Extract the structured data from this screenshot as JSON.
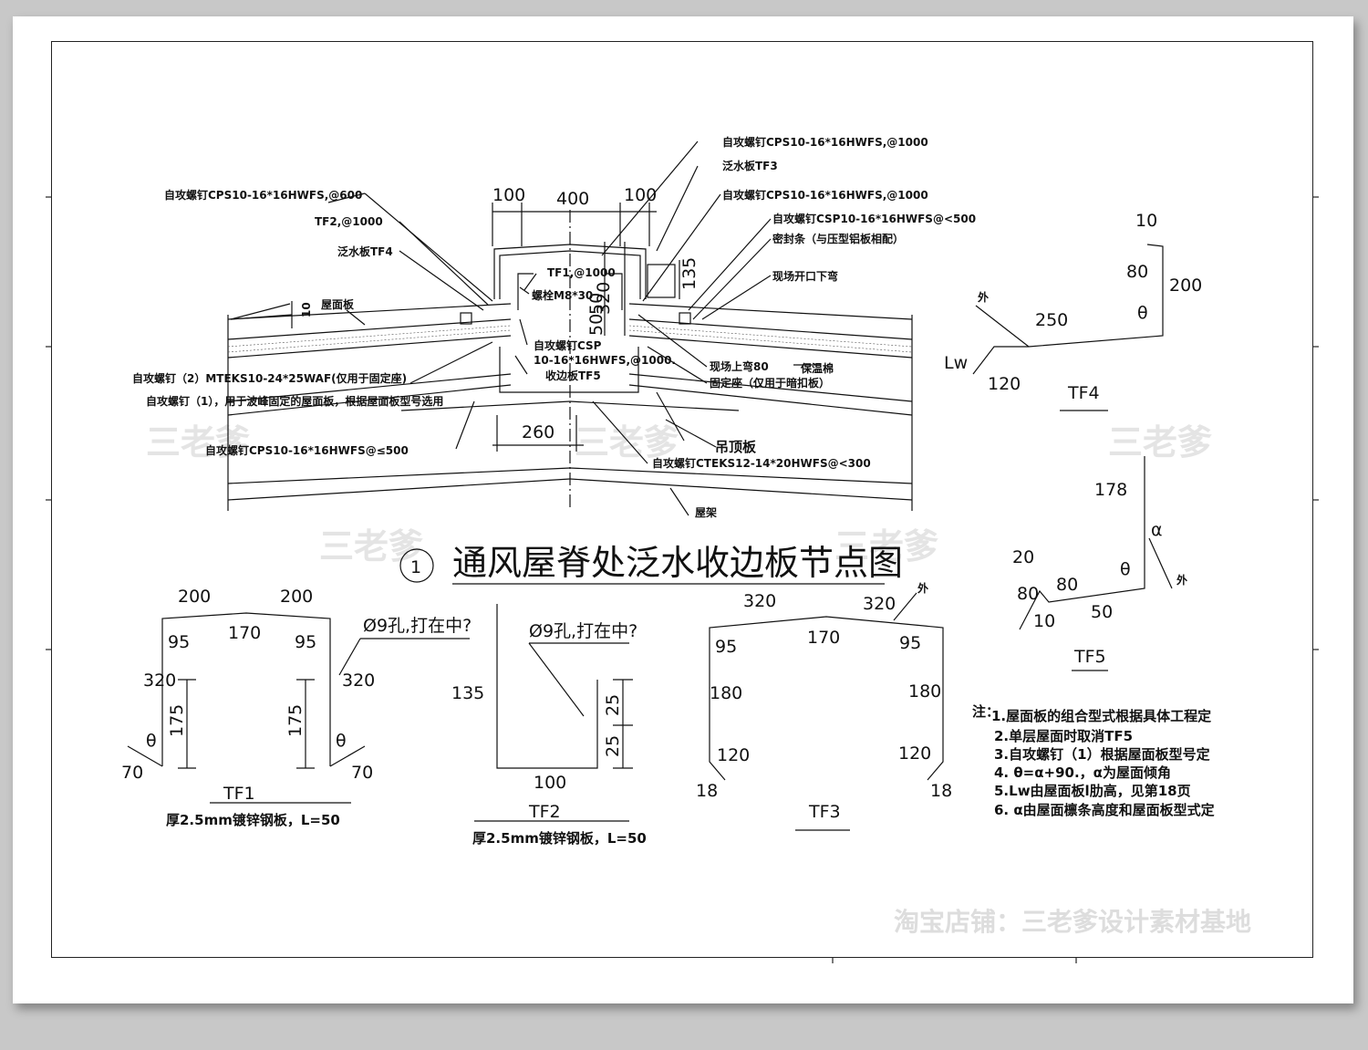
{
  "title": {
    "circle": "1",
    "text": "通风屋脊处泛水收边板节点图"
  },
  "callouts": {
    "c1": "自攻螺钉CPS10-16*16HWFS,@1000",
    "c2": "泛水板TF3",
    "c3": "自攻螺钉CPS10-16*16HWFS,@1000",
    "c4": "自攻螺钉CSP10-16*16HWFS@<500",
    "c5": "密封条（与压型铝板相配）",
    "c6": "现场开口下弯",
    "l1": "自攻螺钉CPS10-16*16HWFS,@600",
    "l2": "TF2,@1000",
    "l3": "泛水板TF4",
    "l4": "屋面板",
    "l5": "自攻螺钉（2）MTEKS10-24*25WAF(仅用于固定座)",
    "l6": "自攻螺钉（1），用于波峰固定的屋面板，根据屋面板型号选用",
    "l7": "自攻螺钉CPS10-16*16HWFS@≤500",
    "m1": "TF1,@1000",
    "m2": "螺栓M8*30",
    "m3": "自攻螺钉CSP",
    "m4": "10-16*16HWFS,@1000.",
    "m5": "收边板TF5",
    "r1": "现场上弯80",
    "r2": "固定座（仅用于暗扣板）",
    "r3": "保温棉",
    "r4": "吊顶板",
    "r5": "自攻螺钉CTEKS12-14*20HWFS@<300",
    "r6": "屋架",
    "d100a": "100",
    "d400": "400",
    "d100b": "100",
    "d260": "260",
    "d135": "135",
    "d320": "320",
    "d50a": "50",
    "d50b": "50",
    "d10": "10"
  },
  "tf1": {
    "label": "TF1",
    "spec": "厚2.5mm镀锌钢板，L=50",
    "d200a": "200",
    "d200b": "200",
    "d170": "170",
    "d95a": "95",
    "d95b": "95",
    "d320a": "320",
    "d320b": "320",
    "d175a": "175",
    "d175b": "175",
    "d70a": "70",
    "d70b": "70",
    "theta1": "θ",
    "theta2": "θ",
    "hole": "Ø9孔,打在中?"
  },
  "tf2": {
    "label": "TF2",
    "spec": "厚2.5mm镀锌钢板，L=50",
    "d135": "135",
    "d100": "100",
    "d25a": "25",
    "d25b": "25",
    "hole": "Ø9孔,打在中?"
  },
  "tf3": {
    "label": "TF3",
    "d320a": "320",
    "d320b": "320",
    "d170": "170",
    "d95a": "95",
    "d95b": "95",
    "d180a": "180",
    "d180b": "180",
    "d120a": "120",
    "d120b": "120",
    "d18a": "18",
    "d18b": "18",
    "out": "外"
  },
  "tf4": {
    "label": "TF4",
    "d10": "10",
    "d80": "80",
    "d200": "200",
    "d250": "250",
    "d120": "120",
    "lw": "Lw",
    "out": "外",
    "theta": "θ"
  },
  "tf5": {
    "label": "TF5",
    "d178": "178",
    "alpha": "α",
    "theta": "θ",
    "out": "外",
    "d20": "20",
    "d80a": "80",
    "d80b": "80",
    "d50": "50",
    "d10": "10"
  },
  "notes": {
    "prefix": "注：",
    "n1": "1.屋面板的组合型式根据具体工程定",
    "n2": "2.单层屋面时取消TF5",
    "n3": "3.自攻螺钉（1）根据屋面板型号定",
    "n4": "4. θ=α+90.，α为屋面倾角",
    "n5": "5.Lw由屋面板l肋高，见第18页",
    "n6": "6. α由屋面檩条高度和屋面板型式定"
  },
  "watermarks": {
    "w1": "三老爹",
    "w2": "三老爹",
    "w3": "三老爹",
    "w4": "三老爹",
    "w5": "三老爹",
    "shop": "淘宝店铺：三老爹设计素材基地"
  }
}
